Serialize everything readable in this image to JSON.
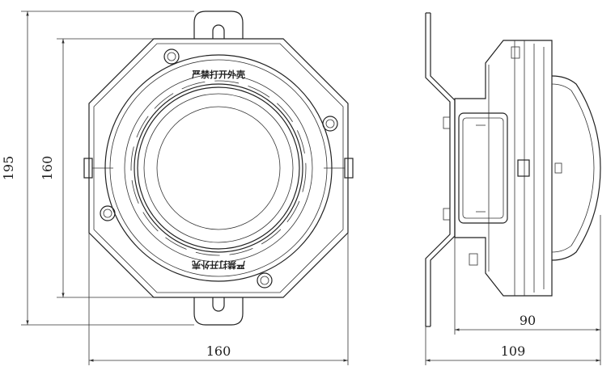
{
  "dimensions": {
    "front_total_height": "195",
    "front_body_height": "160",
    "front_width": "160",
    "side_body_depth": "90",
    "side_total_depth": "109"
  },
  "labels": {
    "warning_top": "严禁打开外壳",
    "warning_bottom": "严禁打开外壳"
  },
  "colors": {
    "line": "#222222",
    "background": "#ffffff"
  }
}
